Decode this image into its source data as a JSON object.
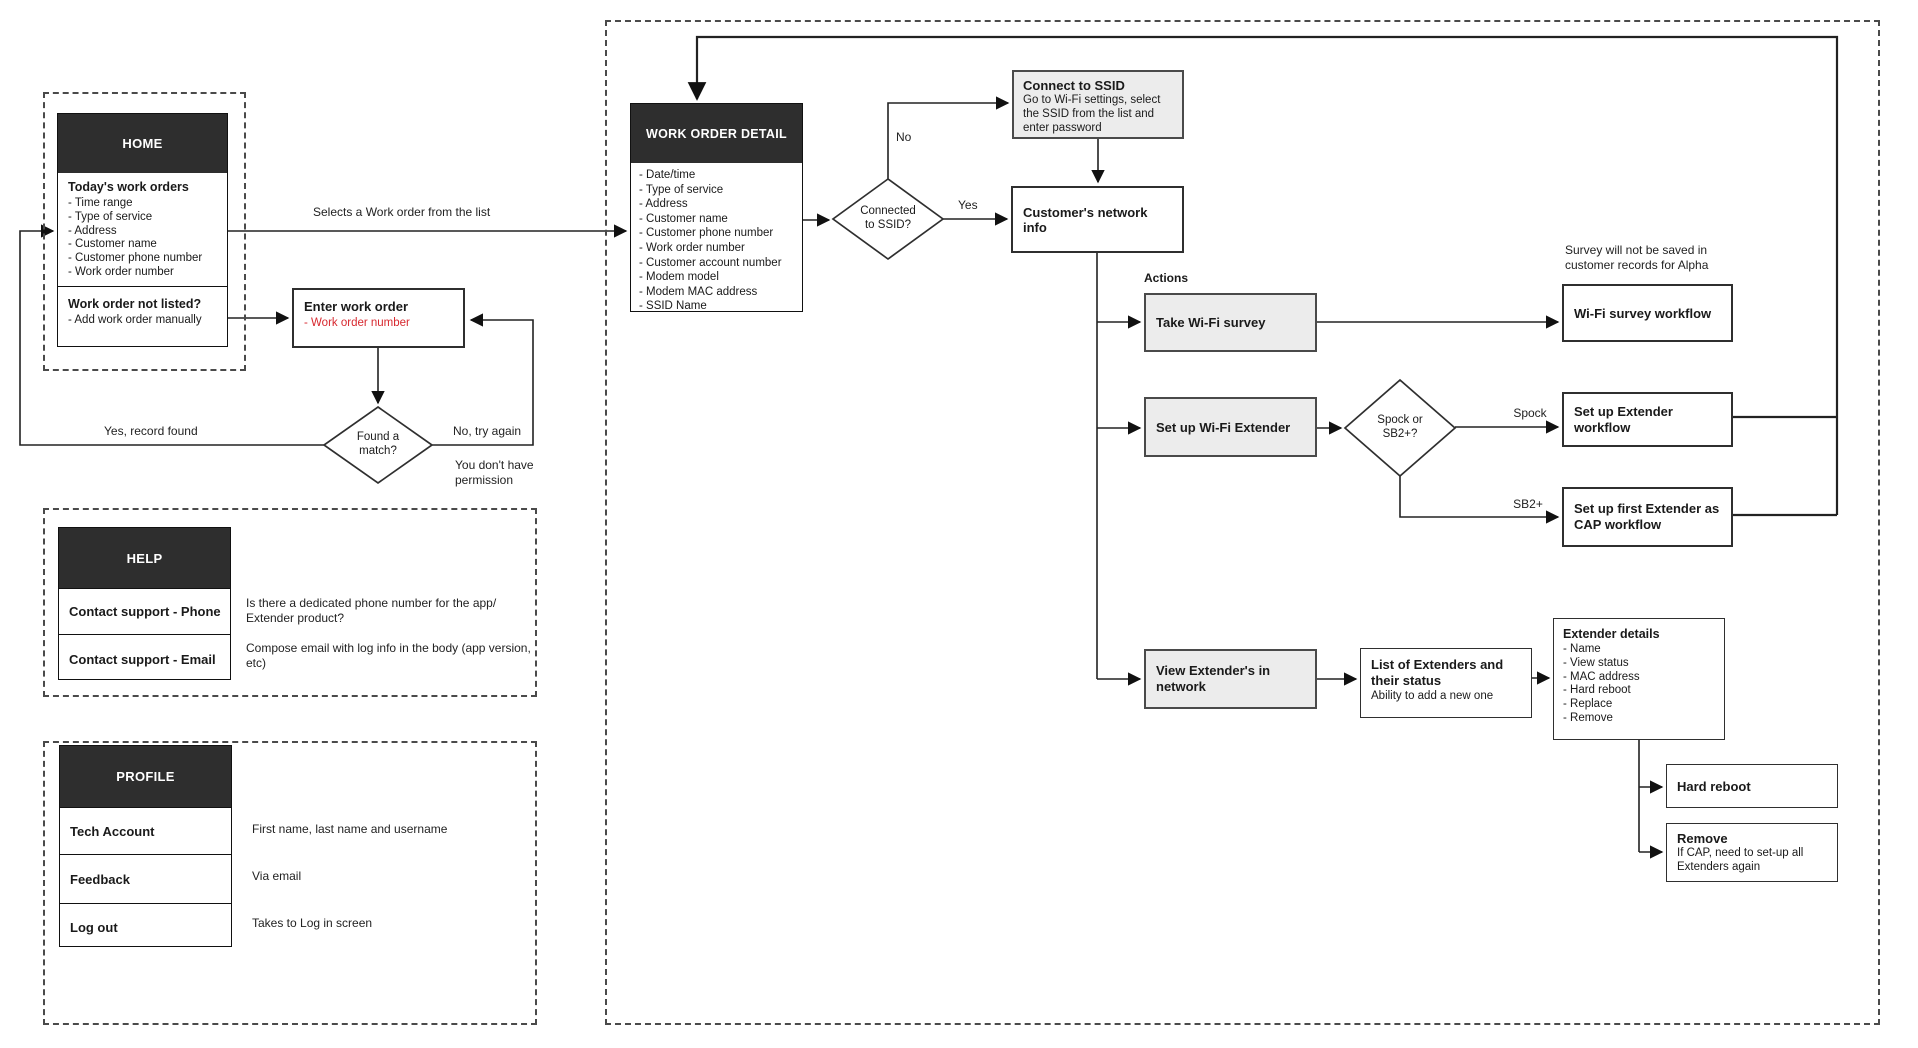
{
  "home_group": {
    "panel_title": "HOME",
    "section1_title": "Today's work orders",
    "section1_items": [
      "- Time range",
      "- Type of service",
      "- Address",
      "- Customer name",
      "- Customer phone number",
      "- Work order number"
    ],
    "section2_title": "Work order not listed?",
    "section2_item": "- Add work order manually"
  },
  "enter_work_order": {
    "title": "Enter work order",
    "item": "- Work order number"
  },
  "help_group": {
    "panel_title": "HELP",
    "rows": [
      {
        "label": "Contact support - Phone",
        "description": "Is there a dedicated phone number for the app/\nExtender product?"
      },
      {
        "label": "Contact support - Email",
        "description": "Compose email with log info in the body (app version,\netc)"
      }
    ]
  },
  "profile_group": {
    "panel_title": "PROFILE",
    "rows": [
      {
        "label": "Tech Account",
        "description": "First name, last name and username"
      },
      {
        "label": "Feedback",
        "description": "Via email"
      },
      {
        "label": "Log out",
        "description": "Takes to Log in screen"
      }
    ]
  },
  "work_order_detail": {
    "title": "WORK ORDER DETAIL",
    "items": [
      "- Date/time",
      "- Type of service",
      "- Address",
      "- Customer name",
      "- Customer phone number",
      "- Work order number",
      "- Customer account number",
      "- Modem model",
      "- Modem MAC address",
      "- SSID Name"
    ]
  },
  "connect_ssid": {
    "title": "Connect to SSID",
    "body": "Go to Wi-Fi settings, select the SSID from the list and enter password"
  },
  "customer_network": {
    "title": "Customer's network info"
  },
  "actions_label": "Actions",
  "action_boxes": {
    "take_survey": "Take Wi-Fi survey",
    "setup_extender": "Set up Wi-Fi Extender",
    "view_extenders": "View Extender's in network"
  },
  "workflows": {
    "survey": "Wi-Fi survey workflow",
    "setup_extender": "Set up Extender workflow",
    "setup_cap": "Set up first Extender as CAP workflow"
  },
  "list_extenders": {
    "title": "List of Extenders and their status",
    "body": "Ability to add a new one"
  },
  "extender_details": {
    "title": "Extender details",
    "items": [
      "- Name",
      "- View status",
      "- MAC address",
      "- Hard reboot",
      "- Replace",
      "- Remove"
    ]
  },
  "hard_reboot": {
    "title": "Hard reboot"
  },
  "remove_box": {
    "title": "Remove",
    "body": "If CAP, need to set-up all\nExtenders again"
  },
  "diamonds": {
    "found_match": "Found a\nmatch?",
    "connected_ssid": "Connected\nto SSID?",
    "spock_or_sb2": "Spock or\nSB2+?"
  },
  "edge_labels": {
    "selects_work_order": "Selects a Work order from the list",
    "yes_record_found": "Yes, record found",
    "no_try_again": "No, try again",
    "no_permission": "You don't have\npermission",
    "no": "No",
    "yes": "Yes",
    "spock": "Spock",
    "sb2": "SB2+",
    "survey_note": "Survey will not be saved in\ncustomer records for Alpha"
  }
}
